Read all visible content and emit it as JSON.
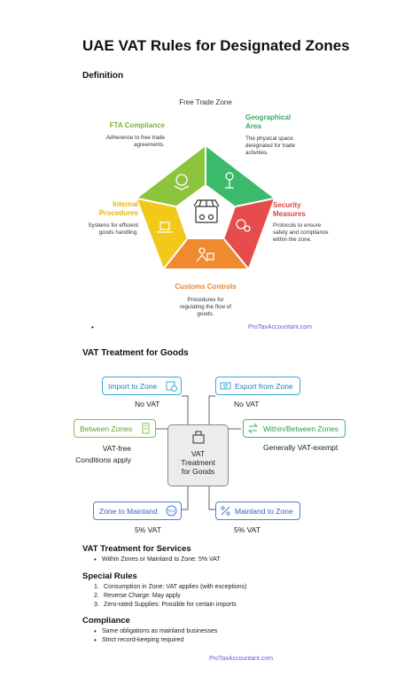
{
  "title": "UAE VAT Rules for Designated Zones",
  "definition": {
    "heading": "Definition",
    "center_label": "Free Trade Zone",
    "segments": [
      {
        "id": "fta",
        "label_line1": "FTA Compliance",
        "label_line2": "",
        "desc_lines": [
          "Adherence to free trade",
          "agreements."
        ],
        "color": "#8cc43e"
      },
      {
        "id": "geo",
        "label_line1": "Geographical",
        "label_line2": "Area",
        "desc_lines": [
          "The physical space",
          "designated for trade",
          "activities."
        ],
        "color": "#3cba6b"
      },
      {
        "id": "sec",
        "label_line1": "Security",
        "label_line2": "Measures",
        "desc_lines": [
          "Protocols to ensure",
          "safety and compliance",
          "within the zone."
        ],
        "color": "#e64c4c"
      },
      {
        "id": "cus",
        "label_line1": "Customs Controls",
        "label_line2": "",
        "desc_lines": [
          "Procedures for",
          "regulating the flow of",
          "goods."
        ],
        "color": "#ef8a2e"
      },
      {
        "id": "int",
        "label_line1": "Internal",
        "label_line2": "Procedures",
        "desc_lines": [
          "Systems for efficient",
          "goods handling."
        ],
        "color": "#f2c918"
      }
    ],
    "watermark": "ProTaxAccountant.com"
  },
  "goods": {
    "heading": "VAT Treatment for Goods",
    "center_lines": [
      "VAT",
      "Treatment",
      "for Goods"
    ],
    "nodes": {
      "import": {
        "label": "Import to Zone",
        "note": "No VAT",
        "color": "#38a8dc",
        "icon": "clock-calendar-icon"
      },
      "export": {
        "label": "Export from Zone",
        "note": "No VAT",
        "color": "#38a8dc",
        "icon": "cash-icon"
      },
      "between": {
        "label": "Between Zones",
        "note_lines": [
          "VAT-free",
          "Conditions apply"
        ],
        "color": "#7cc04a",
        "icon": "building-icon"
      },
      "within": {
        "label": "Within/Between Zones",
        "note": "Generally VAT-exempt",
        "color": "#3cba6b",
        "icon": "exchange-icon"
      },
      "to_mainland": {
        "label": "Zone to Mainland",
        "note": "5% VAT",
        "color": "#4a7fd8",
        "icon": "tax-badge-icon"
      },
      "from_mainland": {
        "label": "Mainland to Zone",
        "note": "5% VAT",
        "color": "#4a7fd8",
        "icon": "percent-icon"
      }
    }
  },
  "services": {
    "heading": "VAT Treatment for Services",
    "items": [
      "Within Zones or Mainland to Zone: 5% VAT"
    ]
  },
  "special": {
    "heading": "Special Rules",
    "items": [
      {
        "n": "1.",
        "text": "Consumption in Zone: VAT applies (with exceptions)"
      },
      {
        "n": "2.",
        "text": "Reverse Charge: May apply"
      },
      {
        "n": "3.",
        "text": "Zero-rated Supplies: Possible for certain imports"
      }
    ]
  },
  "compliance": {
    "heading": "Compliance",
    "items": [
      "Same obligations as mainland businesses",
      "Strict record-keeping required"
    ]
  },
  "footer_watermark": "ProTaxAccountant.com"
}
